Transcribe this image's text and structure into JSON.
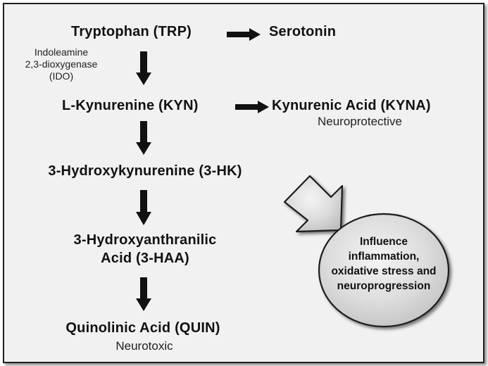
{
  "nodes": {
    "trp": "Tryptophan (TRP)",
    "serotonin": "Serotonin",
    "kyn": "L-Kynurenine (KYN)",
    "kyna": "Kynurenic Acid (KYNA)",
    "kyna_note": "Neuroprotective",
    "hk": "3-Hydroxykynurenine (3-HK)",
    "haa_line1": "3-Hydroxyanthranilic",
    "haa_line2": "Acid (3-HAA)",
    "quin": "Quinolinic Acid (QUIN)",
    "quin_note": "Neurotoxic"
  },
  "enzyme": {
    "line1": "Indoleamine",
    "line2": "2,3-dioxygenase",
    "line3": "(IDO)"
  },
  "callout": {
    "line1": "Influence",
    "line2": "inflammation,",
    "line3": "oxidative stress and",
    "line4": "neuroprogression"
  },
  "colors": {
    "arrow": "#111111",
    "panel": "#f1f1f1",
    "border": "#202020"
  }
}
